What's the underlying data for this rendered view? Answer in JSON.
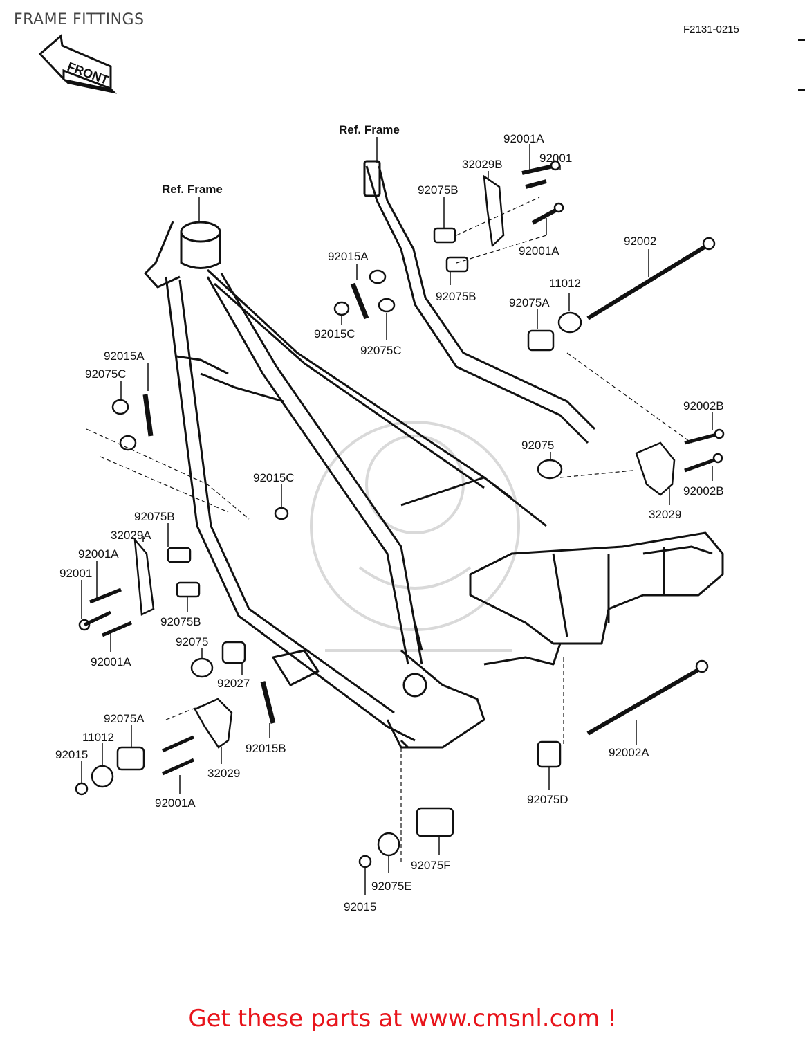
{
  "header": {
    "title": "FRAME FITTINGS",
    "code": "F2131-0215"
  },
  "front_arrow": {
    "label": "FRONT"
  },
  "ref_labels": [
    "Ref. Frame",
    "Ref. Frame"
  ],
  "part_labels": [
    "92001A",
    "92001",
    "32029B",
    "92075B",
    "92001A",
    "92002",
    "92015A",
    "11012",
    "92075B",
    "92075A",
    "92015C",
    "92075C",
    "92015A",
    "92075C",
    "92002B",
    "92075",
    "92002B",
    "32029",
    "92015C",
    "92075B",
    "32029A",
    "92001A",
    "92001",
    "92075B",
    "92001A",
    "92075",
    "92027",
    "92075A",
    "11012",
    "92015",
    "92015B",
    "32029",
    "92001A",
    "92002A",
    "92075D",
    "92075F",
    "92075E",
    "92015"
  ],
  "footer": {
    "text": "Get these parts at www.cmsnl.com !"
  },
  "colors": {
    "footer": "#e8141b",
    "line": "#111111",
    "watermark": "#d9d9d9"
  }
}
